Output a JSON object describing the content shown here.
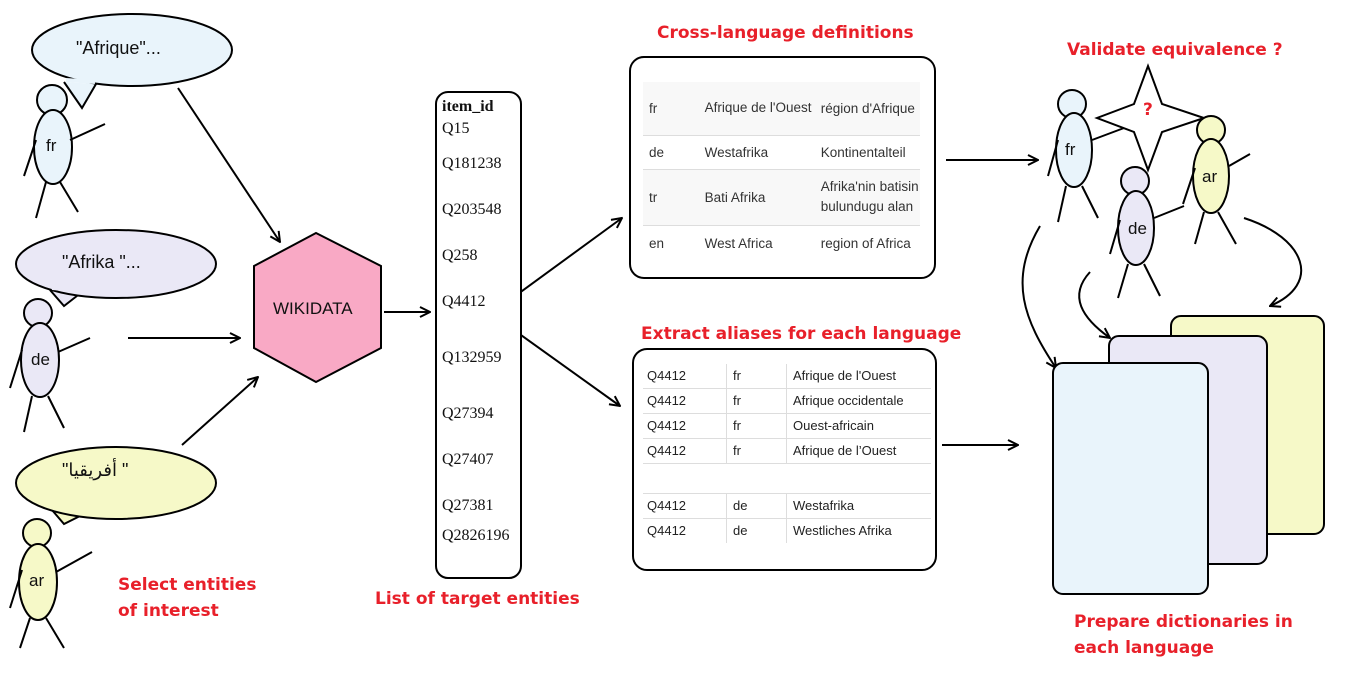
{
  "speech": [
    {
      "text": "\"Afrique\"..."
    },
    {
      "text": "\"Afrika \"..."
    },
    {
      "text": "\" أفريقيا\""
    }
  ],
  "people": {
    "fr": "fr",
    "de": "de",
    "ar": "ar",
    "fr2": "fr",
    "de2": "de",
    "ar2": "ar"
  },
  "wikidata": "WIKIDATA",
  "labels": {
    "select": [
      "Select entities",
      "of interest"
    ],
    "list": "List of target entities",
    "crossdef": "Cross-language definitions",
    "aliases": "Extract aliases for each language",
    "validate": "Validate equivalence ?",
    "question": "?",
    "prepare": [
      "Prepare dictionaries in",
      "each language"
    ]
  },
  "item_list": {
    "header": "item_id",
    "ids": [
      "Q15",
      "Q181238",
      "Q203548",
      "Q258",
      "Q4412",
      "Q132959",
      "Q27394",
      "Q27407",
      "Q27381",
      "Q2826196"
    ]
  },
  "definitions": [
    {
      "lang": "fr",
      "label": "Afrique de l'Ouest",
      "desc": "région d'Afrique"
    },
    {
      "lang": "de",
      "label": "Westafrika",
      "desc": "Kontinentalteil"
    },
    {
      "lang": "tr",
      "label": "Bati Afrika",
      "desc": "Afrika'nin batisin bulundugu alan"
    },
    {
      "lang": "en",
      "label": "West Africa",
      "desc": "region of Africa"
    }
  ],
  "aliases_fr": [
    {
      "id": "Q4412",
      "lang": "fr",
      "alias": "Afrique de l'Ouest"
    },
    {
      "id": "Q4412",
      "lang": "fr",
      "alias": "Afrique occidentale"
    },
    {
      "id": "Q4412",
      "lang": "fr",
      "alias": "Ouest-africain"
    },
    {
      "id": "Q4412",
      "lang": "fr",
      "alias": "Afrique de l’Ouest"
    }
  ],
  "aliases_de": [
    {
      "id": "Q4412",
      "lang": "de",
      "alias": "Westafrika"
    },
    {
      "id": "Q4412",
      "lang": "de",
      "alias": "Westliches Afrika"
    }
  ],
  "colors": {
    "fr": "#e9f4fb",
    "de": "#eae8f6",
    "ar": "#f6f9c8",
    "hex": "#f9a9c5",
    "red": "#e8202a"
  }
}
